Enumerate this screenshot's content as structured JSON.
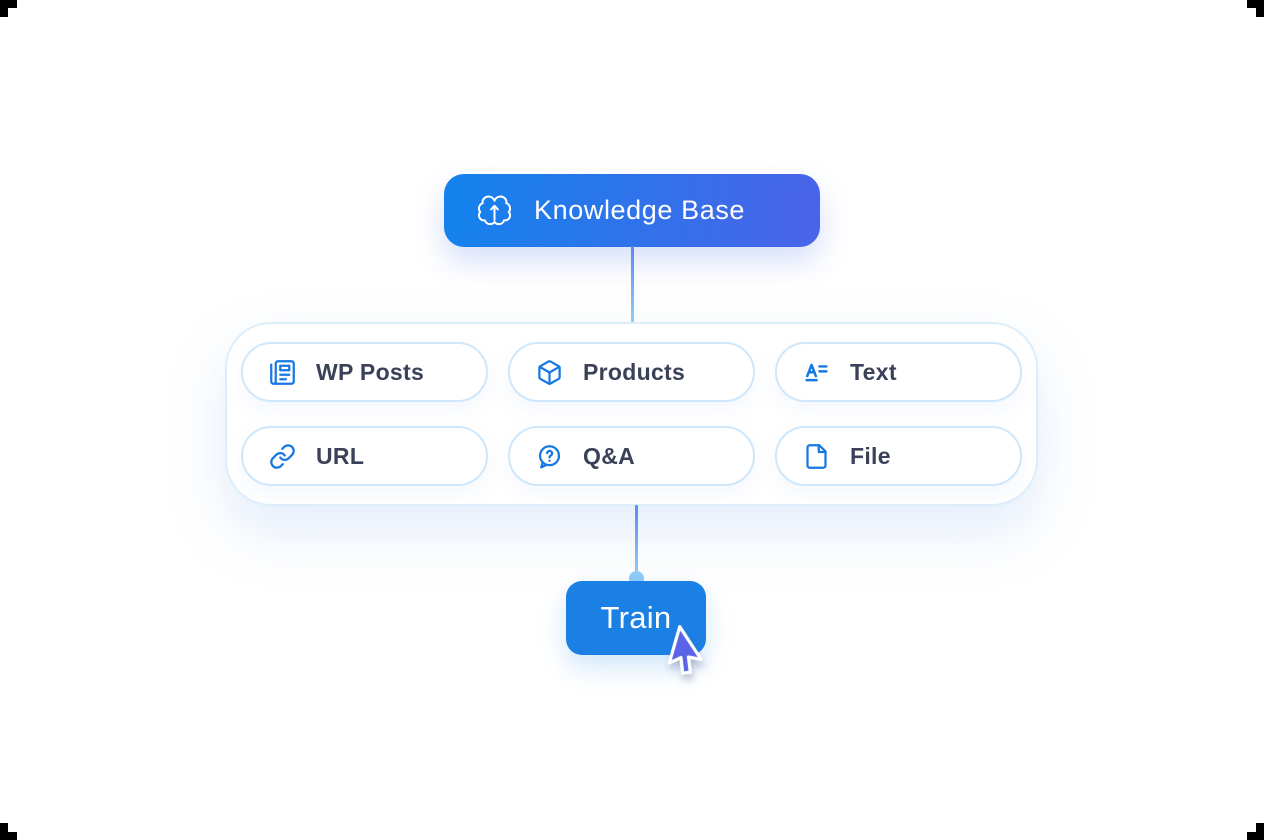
{
  "flow": {
    "root": {
      "label": "Knowledge Base",
      "icon": "brain-icon"
    },
    "sources": {
      "items": [
        {
          "label": "WP Posts",
          "icon": "wp-posts-icon"
        },
        {
          "label": "Products",
          "icon": "products-box-icon"
        },
        {
          "label": "Text",
          "icon": "text-icon"
        },
        {
          "label": "URL",
          "icon": "link-icon"
        },
        {
          "label": "Q&A",
          "icon": "question-bubble-icon"
        },
        {
          "label": "File",
          "icon": "file-icon"
        }
      ]
    },
    "train": {
      "label": "Train"
    },
    "cursor": {
      "icon": "mouse-cursor-icon"
    }
  },
  "colors": {
    "accent": "#1778e2",
    "label": "#3a4158",
    "pill_border": "#cfe7fb",
    "panel_border": "#ddeefb",
    "kb_g1": "#1283ec",
    "kb_g2": "#4b63e9",
    "train_bg": "#1b80e4",
    "line_top": "#5d88ef",
    "line_bottom": "#8fd0f8",
    "dot": "#8ecdf7",
    "cursor_fill": "#5b63e6"
  }
}
